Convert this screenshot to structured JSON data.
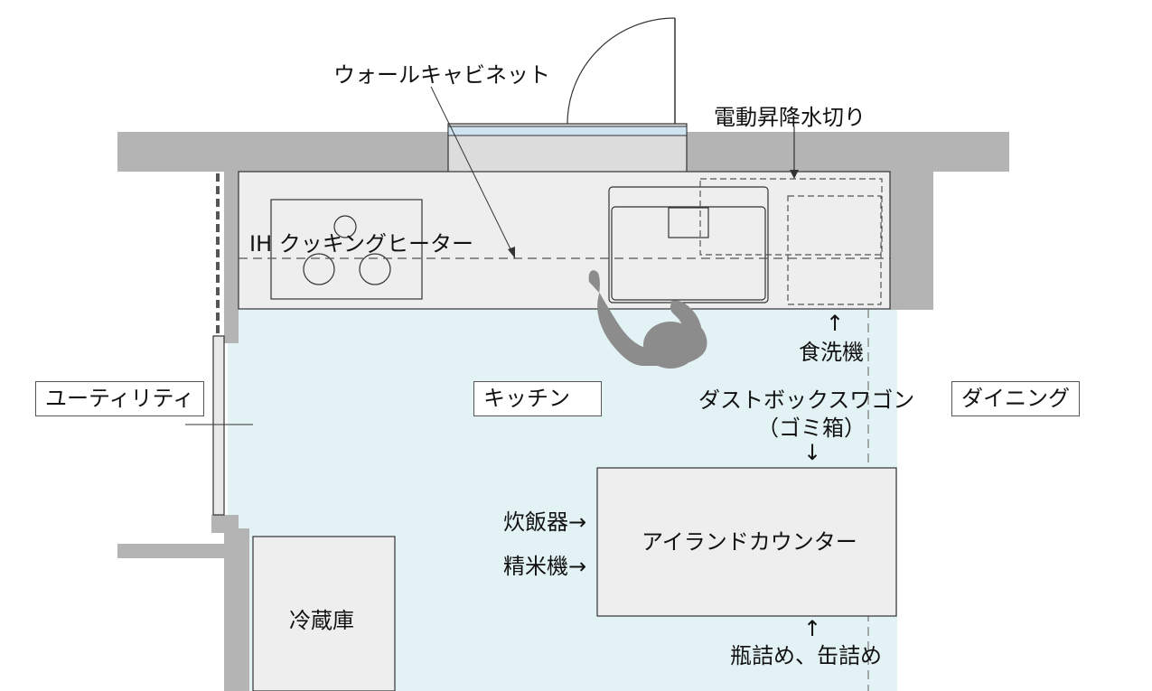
{
  "labels": {
    "wall_cabinet": "ウォールキャビネット",
    "dish_drainer": "電動昇降水切り",
    "ih_heater": "IH クッキングヒーター",
    "dishwasher_arrow": "↑",
    "dishwasher": "食洗機",
    "dust_wagon_line1": "ダストボックスワゴン",
    "dust_wagon_line2": "（ゴミ箱）",
    "dust_wagon_arrow": "↓",
    "rice_cooker": "炊飯器→",
    "rice_polisher": "精米機→",
    "island_counter": "アイランドカウンター",
    "jars_arrow": "↑",
    "jars": "瓶詰め、缶詰め",
    "refrigerator": "冷蔵庫"
  },
  "rooms": {
    "utility": "ユーティリティ",
    "kitchen": "キッチン",
    "dining": "ダイニング"
  },
  "colors": {
    "wall": "#b4b4b4",
    "floor": "#e3f2f4",
    "counter": "#eeeeee",
    "line": "#333333",
    "person": "#8c8c8c",
    "window": "#cfe3f0"
  }
}
